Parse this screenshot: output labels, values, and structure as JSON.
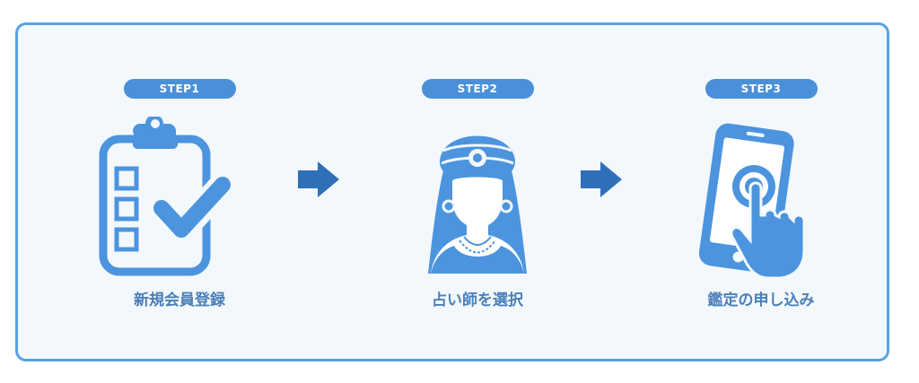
{
  "steps": [
    {
      "badge": "STEP1",
      "caption": "新規会員登録"
    },
    {
      "badge": "STEP2",
      "caption": "占い師を選択"
    },
    {
      "badge": "STEP3",
      "caption": "鑑定の申し込み"
    }
  ],
  "colors": {
    "accent": "#4a90d9",
    "icon": "#4c94de",
    "caption": "#4a7fb8",
    "border": "#56a3e6",
    "panel_bg": "#f3f8fd"
  },
  "icons": [
    "clipboard-checklist-icon",
    "fortune-teller-icon",
    "smartphone-tap-icon",
    "arrow-right-icon"
  ]
}
